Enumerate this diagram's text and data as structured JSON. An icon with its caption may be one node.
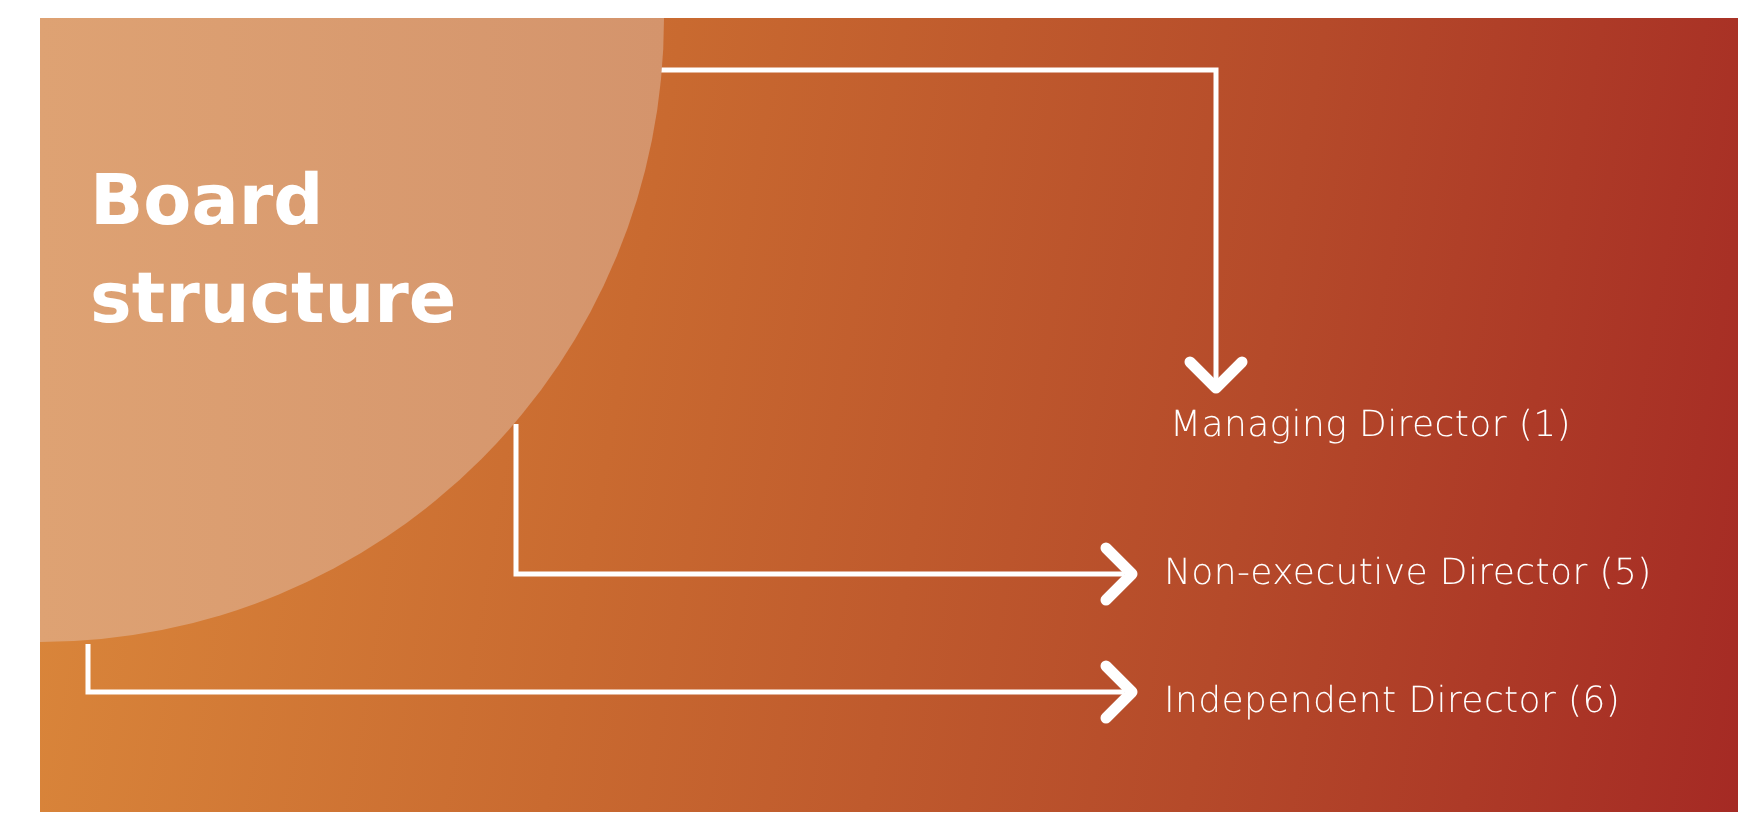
{
  "diagram": {
    "nodes": [
      {
        "text": [
          "Board structure"
        ]
      },
      {
        "text": [
          "Managing Director (1)"
        ]
      },
      {
        "text": [
          "Non-executive Director (5)"
        ]
      },
      {
        "text": [
          "Independent Director (6)"
        ]
      }
    ],
    "edges": [
      {
        "from": 0,
        "to": 1,
        "arrow": "to"
      },
      {
        "from": 0,
        "to": 2,
        "arrow": "to"
      },
      {
        "from": 0,
        "to": 3,
        "arrow": "to"
      }
    ]
  }
}
